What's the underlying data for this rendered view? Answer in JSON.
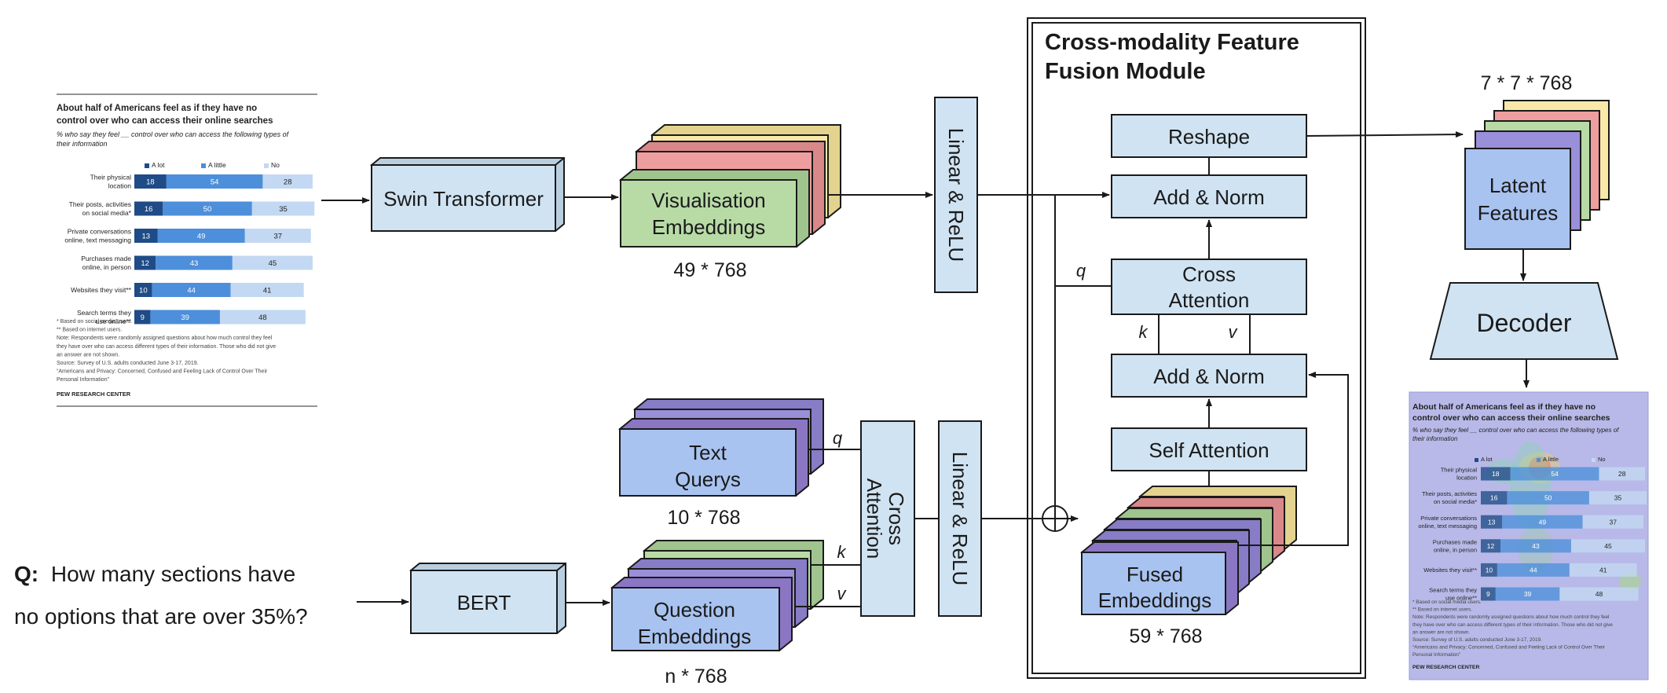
{
  "colors": {
    "block_light_blue": "#d0e3f2",
    "block_blue": "#a9c3f0",
    "block_green": "#b8dba6",
    "block_red": "#ef9e9f",
    "block_yellow": "#fae8a9",
    "block_purple": "#9a8fd9",
    "heat_bg": "#b8b9e8",
    "bar_a_lot": "#1f4b87",
    "bar_a_little": "#4d8fdb",
    "bar_no": "#c3d8f2"
  },
  "source_chart": {
    "title_line1": "About half of Americans feel as if they have no",
    "title_line2": "control over who can access their online searches",
    "subtitle_line1": "% who say they feel __ control over who can access the following types of",
    "subtitle_line2": "their information",
    "legend": [
      "A lot",
      "A little",
      "No"
    ],
    "footnotes": [
      "* Based on social media users.",
      "** Based on internet users.",
      "Note: Respondents were randomly assigned questions about how much control they feel",
      "they have over who can access different types of their information. Those who did not give",
      "an answer are not shown.",
      "Source: Survey of U.S. adults conducted June 3-17, 2019.",
      "“Americans and Privacy: Concerned, Confused and Feeling Lack of Control Over Their",
      "Personal Information”"
    ],
    "brand": "PEW RESEARCH CENTER"
  },
  "chart_data": {
    "type": "bar",
    "stacked": true,
    "orientation": "horizontal",
    "title": "About half of Americans feel as if they have no control over who can access their online searches",
    "categories": [
      [
        "Their physical",
        "location"
      ],
      [
        "Their posts, activities",
        "on social media*"
      ],
      [
        "Private conversations",
        "online, text messaging"
      ],
      [
        "Purchases made",
        "online, in person"
      ],
      [
        "Websites they visit**"
      ],
      [
        "Search terms they",
        "use online**"
      ]
    ],
    "series": [
      {
        "name": "A lot",
        "values": [
          18,
          16,
          13,
          12,
          10,
          9
        ]
      },
      {
        "name": "A little",
        "values": [
          54,
          50,
          49,
          43,
          44,
          39
        ]
      },
      {
        "name": "No",
        "values": [
          28,
          35,
          37,
          45,
          41,
          48
        ]
      }
    ]
  },
  "question": {
    "label": "Q:",
    "line1": "How many sections have",
    "line2": "no options that are over 35%?"
  },
  "blocks": {
    "swin": "Swin Transformer",
    "vis_emb_line1": "Visualisation",
    "vis_emb_line2": "Embeddings",
    "vis_dim": "49 * 768",
    "linear_relu_top": "Linear & ReLU",
    "text_query_line1": "Text",
    "text_query_line2": "Querys",
    "text_dim": "10 * 768",
    "bert": "BERT",
    "question_emb_line1": "Question",
    "question_emb_line2": "Embeddings",
    "question_dim": "n * 768",
    "cross_att_line1": "Cross",
    "cross_att_line2": "Attention",
    "linear_relu_bottom": "Linear & ReLU"
  },
  "fusion": {
    "title_line1": "Cross-modality Feature",
    "title_line2": "Fusion Module",
    "reshape": "Reshape",
    "add_norm_top": "Add & Norm",
    "cross_attention_line1": "Cross",
    "cross_attention_line2": "Attention",
    "add_norm_bottom": "Add & Norm",
    "self_attention": "Self Attention",
    "fused_line1": "Fused",
    "fused_line2": "Embeddings",
    "fused_dim": "59 * 768"
  },
  "labels": {
    "q": "q",
    "k": "k",
    "v": "v"
  },
  "output": {
    "latent_dim": "7 * 7 * 768",
    "latent_line1": "Latent",
    "latent_line2": "Features",
    "decoder": "Decoder"
  }
}
